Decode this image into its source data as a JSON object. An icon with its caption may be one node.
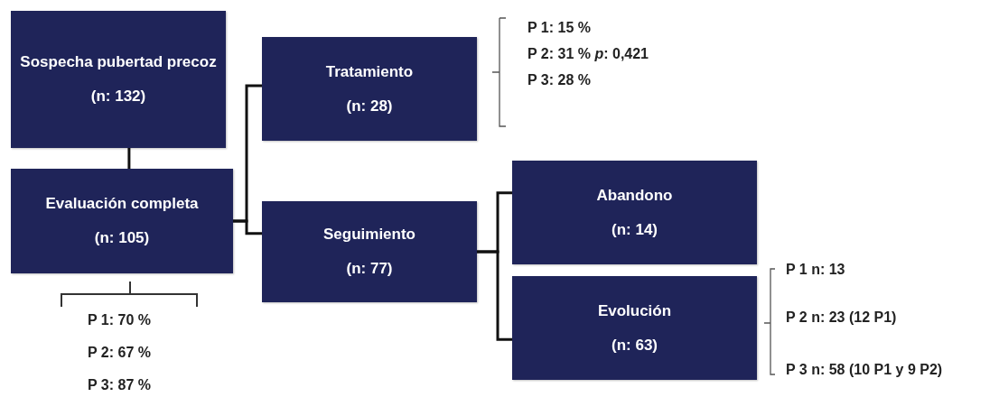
{
  "diagram": {
    "nodes": [
      {
        "text": [
          "Sospecha pubertad precoz",
          "(n: 132)"
        ]
      },
      {
        "text": [
          "Evaluación completa",
          "(n: 105)"
        ]
      },
      {
        "text": [
          "Tratamiento",
          "(n: 28)"
        ]
      },
      {
        "text": [
          "Seguimiento",
          "(n: 77)"
        ]
      },
      {
        "text": [
          "Abandono",
          "(n: 14)"
        ]
      },
      {
        "text": [
          "Evolución",
          "(n: 63)"
        ]
      }
    ],
    "edges": [
      {
        "from": 0,
        "to": 1,
        "arrow": "none"
      },
      {
        "from": 1,
        "to": 2,
        "arrow": "none"
      },
      {
        "from": 1,
        "to": 3,
        "arrow": "none"
      },
      {
        "from": 3,
        "to": 4,
        "arrow": "none"
      },
      {
        "from": 3,
        "to": 5,
        "arrow": "none"
      }
    ],
    "labels": [
      "P 1: 15 %",
      "P 2: 31 % *p*: 0,421",
      "P 3: 28 %",
      "P 1: 70 %",
      "P 2: 67 %",
      "P 3: 87 %",
      "P 1 n: 13",
      "P 2 n: 23 (12 P1)",
      "P 3 n: 58 (10 P1 y 9 P2)"
    ]
  }
}
